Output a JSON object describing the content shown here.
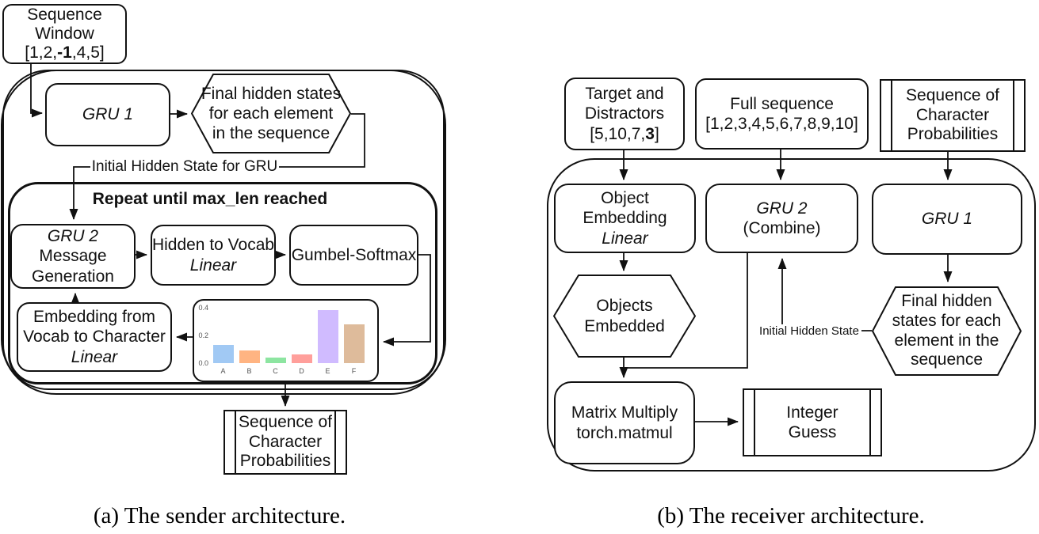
{
  "figure": {
    "captions": {
      "a": "(a) The sender architecture.",
      "b": "(b) The receiver architecture."
    }
  },
  "sender": {
    "sequence_window": {
      "line1": "Sequence",
      "line2": "Window",
      "list_pre": "[1,2,",
      "list_bold": "-1",
      "list_post": ",4,5]"
    },
    "gru1": "GRU 1",
    "final_hidden_hex": {
      "line1": "Final hidden states",
      "line2": "for each element",
      "line3": "in the sequence"
    },
    "initial_hidden_label": "Initial Hidden State for GRU",
    "repeat_title": "Repeat until max_len reached",
    "gru2_message": {
      "line1": "GRU 2",
      "line2": "Message",
      "line3": "Generation"
    },
    "hidden_to_vocab": {
      "line1": "Hidden to Vocab",
      "line2": "Linear"
    },
    "gumbel": "Gumbel-Softmax",
    "embedding": {
      "line1": "Embedding from",
      "line2": "Vocab to Character",
      "line3": "Linear"
    },
    "seq_char_prob": {
      "line1": "Sequence of",
      "line2": "Character",
      "line3": "Probabilities"
    }
  },
  "receiver": {
    "target": {
      "line1": "Target and",
      "line2": "Distractors",
      "list_pre": "[5,10,7,",
      "list_bold": "3",
      "list_post": "]"
    },
    "full_sequence": {
      "line1": "Full sequence",
      "line2": "[1,2,3,4,5,6,7,8,9,10]"
    },
    "seq_char_prob": {
      "line1": "Sequence of",
      "line2": "Character",
      "line3": "Probabilities"
    },
    "object_embedding": {
      "line1": "Object",
      "line2": "Embedding",
      "line3": "Linear"
    },
    "gru2_combine": {
      "line1": "GRU 2",
      "line2": "(Combine)"
    },
    "gru1": "GRU 1",
    "objects_embedded": {
      "line1": "Objects",
      "line2": "Embedded"
    },
    "final_hidden_hex": {
      "line1": "Final hidden",
      "line2": "states for each",
      "line3": "element in the",
      "line4": "sequence"
    },
    "initial_hidden_label": "Initial Hidden State",
    "matmul": {
      "line1": "Matrix Multiply",
      "line2": "torch.matmul"
    },
    "integer_guess": {
      "line1": "Integer",
      "line2": "Guess"
    }
  },
  "chart_data": {
    "type": "bar",
    "title": "",
    "xlabel": "",
    "ylabel": "",
    "categories": [
      "A",
      "B",
      "C",
      "D",
      "E",
      "F"
    ],
    "values": [
      0.13,
      0.09,
      0.04,
      0.06,
      0.38,
      0.28
    ],
    "colors": [
      "#a1c9f4",
      "#ffb482",
      "#8de5a1",
      "#ff9f9b",
      "#d0bbff",
      "#debb9b"
    ],
    "yticks": [
      "0.0",
      "0.2",
      "0.4"
    ],
    "ylim": [
      0,
      0.45
    ],
    "grid": false,
    "legend": "none"
  }
}
